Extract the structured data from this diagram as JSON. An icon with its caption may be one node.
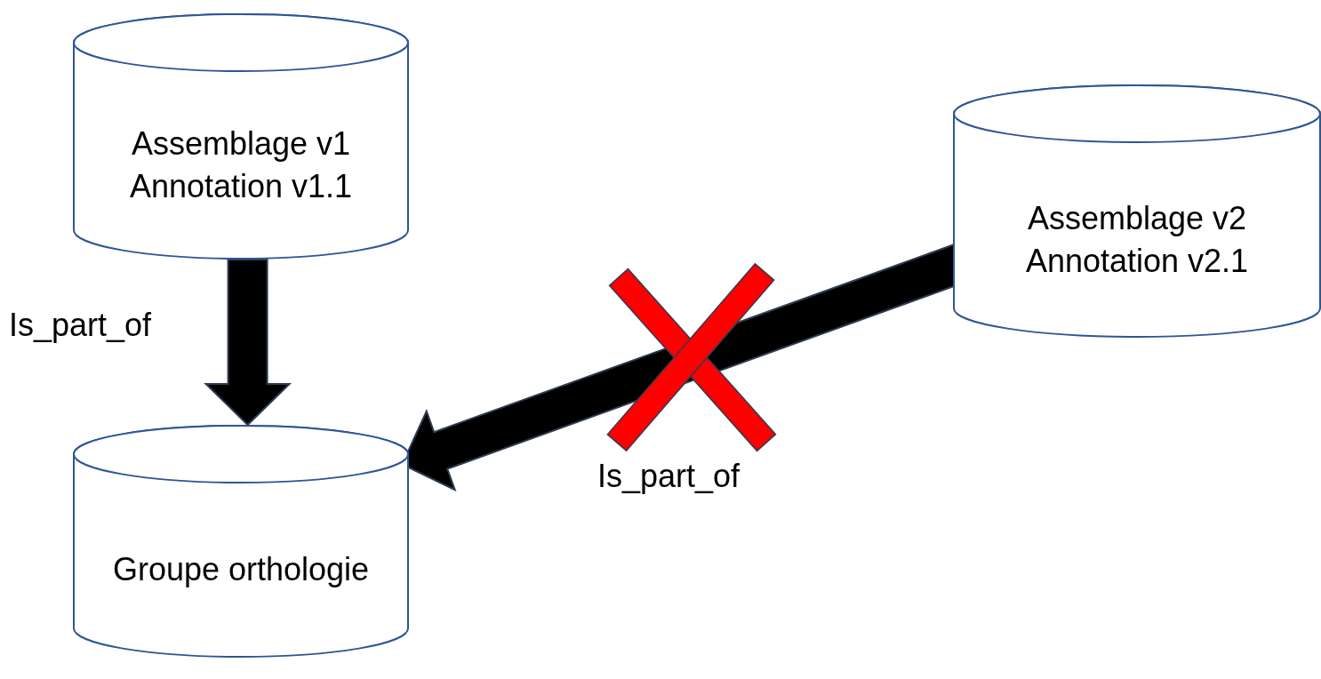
{
  "diagram": {
    "nodes": [
      {
        "text": [
          "Assemblage v1 Annotation v1.1"
        ]
      },
      {
        "text": [
          "Groupe orthologie"
        ]
      },
      {
        "text": [
          "Assemblage v2 Annotation v2.1"
        ]
      }
    ],
    "edges": [
      {
        "from": 0,
        "to": 1,
        "arrow": "to",
        "label": "Is_part_of",
        "style": "thick"
      },
      {
        "from": 2,
        "to": 1,
        "arrow": "to",
        "label": "Is_part_of",
        "style": "thick"
      }
    ]
  }
}
